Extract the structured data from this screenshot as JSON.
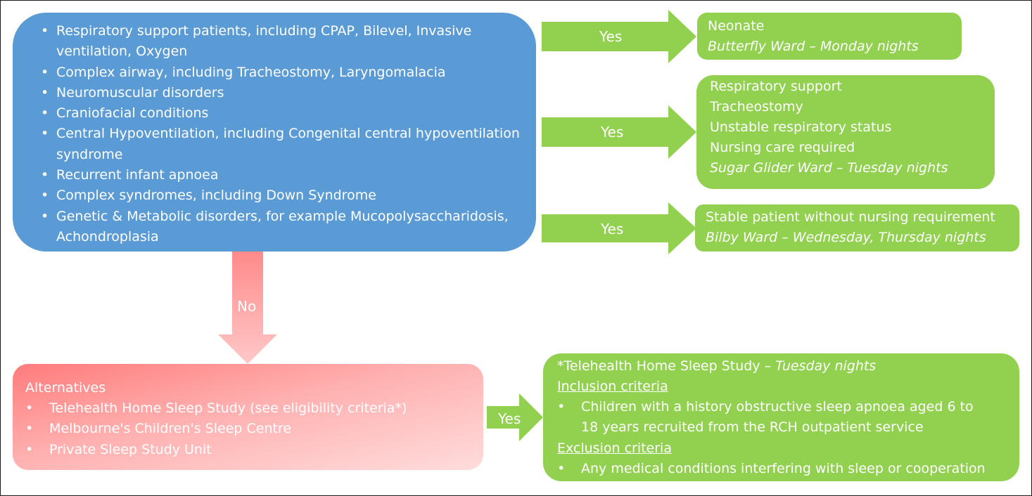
{
  "colors": {
    "criteria_box": "#5b9bd5",
    "ward_box": "#92d050",
    "alternatives_box": "#ff8a8a",
    "arrow_yes": "#92d050",
    "arrow_no": "#ff8f8f"
  },
  "criteria": {
    "items": [
      "Respiratory support patients, including CPAP, Bilevel, Invasive ventilation, Oxygen",
      "Complex airway, including Tracheostomy, Laryngomalacia",
      "Neuromuscular disorders",
      "Craniofacial conditions",
      "Central Hypoventilation, including Congenital central hypoventilation syndrome",
      "Recurrent infant apnoea",
      "Complex syndromes, including Down Syndrome",
      "Genetic & Metabolic disorders, for example Mucopolysaccharidosis, Achondroplasia"
    ]
  },
  "arrows": {
    "yes_1": "Yes",
    "yes_2": "Yes",
    "yes_3": "Yes",
    "yes_4": "Yes",
    "no": "No"
  },
  "wards": {
    "neonate": {
      "line1": "Neonate",
      "ward": "Butterfly Ward – Monday nights"
    },
    "sugar_glider": {
      "lines": [
        "Respiratory support",
        "Tracheostomy",
        "Unstable respiratory status",
        "Nursing care required"
      ],
      "ward": "Sugar Glider Ward – Tuesday nights"
    },
    "bilby": {
      "line1": "Stable patient without nursing requirement",
      "ward": "Bilby Ward – Wednesday, Thursday nights"
    }
  },
  "alternatives": {
    "heading": "Alternatives",
    "items": [
      "Telehealth Home Sleep Study (see eligibility criteria*)",
      "Melbourne's Children's Sleep Centre",
      "Private Sleep Study Unit"
    ]
  },
  "telehealth": {
    "title_prefix": "*Telehealth Home Sleep Study – ",
    "title_italic": "Tuesday nights",
    "inclusion_heading": "Inclusion criteria",
    "inclusion_items": [
      "Children with a history obstructive sleep apnoea aged 6 to 18 years recruited from the RCH outpatient service"
    ],
    "exclusion_heading": "Exclusion criteria",
    "exclusion_items": [
      "Any medical conditions interfering with sleep or cooperation"
    ]
  }
}
